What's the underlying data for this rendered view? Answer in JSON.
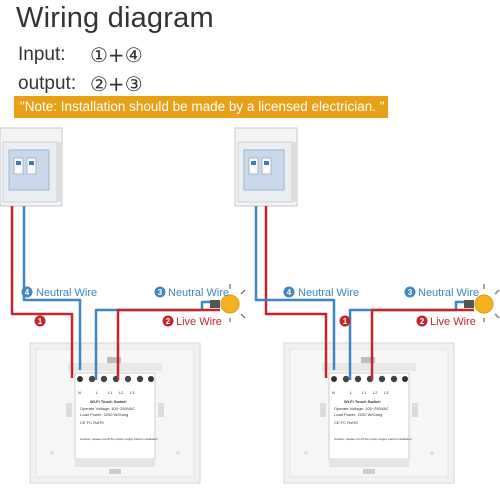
{
  "title": "Wiring diagram",
  "input_label": "Input:",
  "input_value": "①+④",
  "output_label": "output:",
  "output_value": "②+③",
  "note": "\"Note: Installation should be made by a licensed electrician. \"",
  "labels": {
    "neutral_left": "Neutral Wire",
    "live_right": "Live Wire",
    "n1": "1",
    "n2": "2",
    "n3": "3",
    "n4": "4"
  },
  "panel": {
    "terminals": "N",
    "terminal_n_suffix": "IN",
    "terminal_l_in": "L",
    "terminal_l_in_suffix": "IN",
    "terminal_l1": "L1",
    "terminal_l2": "L2",
    "terminal_l3": "L3",
    "product": "Wi-Fi Touch Switch",
    "voltage": "Operate Voltage: 100~250VAC",
    "load": "Load Power: 2200 W/Gang",
    "cert": "CE FC RoHS",
    "caution": "Caution: please cut off the power supply before installation"
  },
  "colors": {
    "blue": "#3f86c2",
    "red": "#c4262e",
    "orange": "#e8a117",
    "bulb": "#f5b21c"
  }
}
